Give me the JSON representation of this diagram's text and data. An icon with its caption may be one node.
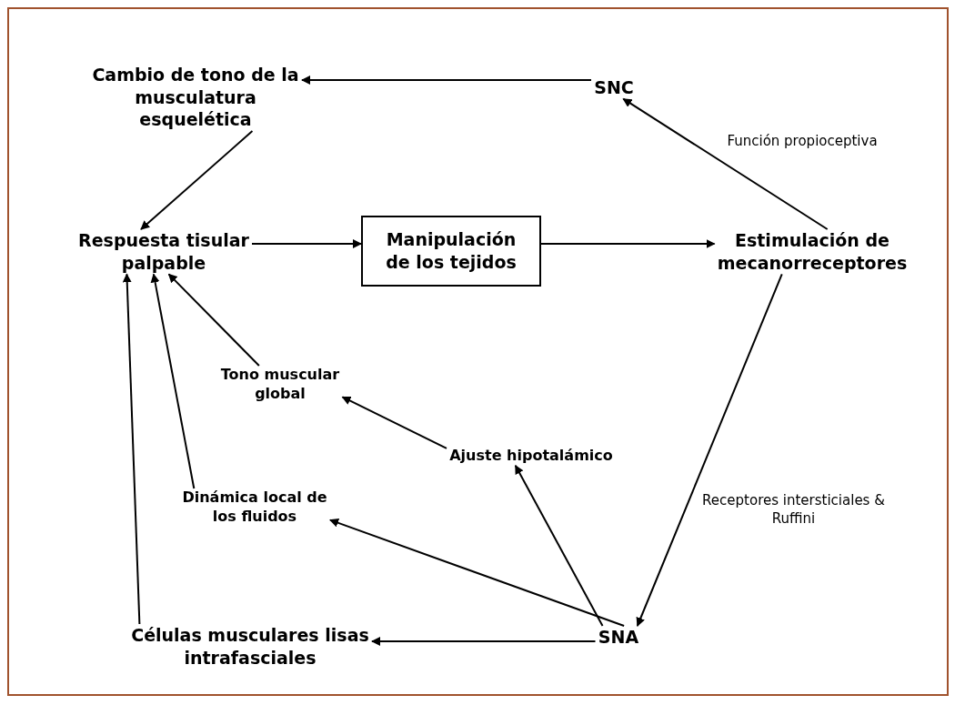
{
  "diagram": {
    "nodes": [
      {
        "text": [
          "Cambio de tono de la musculatura esquelética"
        ]
      },
      {
        "text": [
          "SNC"
        ]
      },
      {
        "text": [
          "Respuesta tisular palpable"
        ]
      },
      {
        "text": [
          "Manipulación de los tejidos"
        ]
      },
      {
        "text": [
          "Estimulación de mecanorreceptores"
        ]
      },
      {
        "text": [
          "Tono muscular global"
        ]
      },
      {
        "text": [
          "Ajuste hipotalámico"
        ]
      },
      {
        "text": [
          "Dinámica local de los fluidos"
        ]
      },
      {
        "text": [
          "Células musculares lisas intrafasciales"
        ]
      },
      {
        "text": [
          "SNA"
        ]
      }
    ],
    "edges": [
      {
        "from": 1,
        "to": 0,
        "arrow": "to"
      },
      {
        "from": 0,
        "to": 2,
        "arrow": "to"
      },
      {
        "from": 2,
        "to": 3,
        "arrow": "to"
      },
      {
        "from": 3,
        "to": 4,
        "arrow": "to"
      },
      {
        "from": 4,
        "to": 1,
        "arrow": "to",
        "label": "Función propioceptiva"
      },
      {
        "from": 4,
        "to": 9,
        "arrow": "to",
        "label": "Receptores intersticiales & Ruffini"
      },
      {
        "from": 9,
        "to": 8,
        "arrow": "to"
      },
      {
        "from": 9,
        "to": 7,
        "arrow": "to"
      },
      {
        "from": 9,
        "to": 6,
        "arrow": "to"
      },
      {
        "from": 6,
        "to": 5,
        "arrow": "to"
      },
      {
        "from": 5,
        "to": 2,
        "arrow": "to"
      },
      {
        "from": 7,
        "to": 2,
        "arrow": "to"
      },
      {
        "from": 8,
        "to": 2,
        "arrow": "to"
      }
    ]
  }
}
